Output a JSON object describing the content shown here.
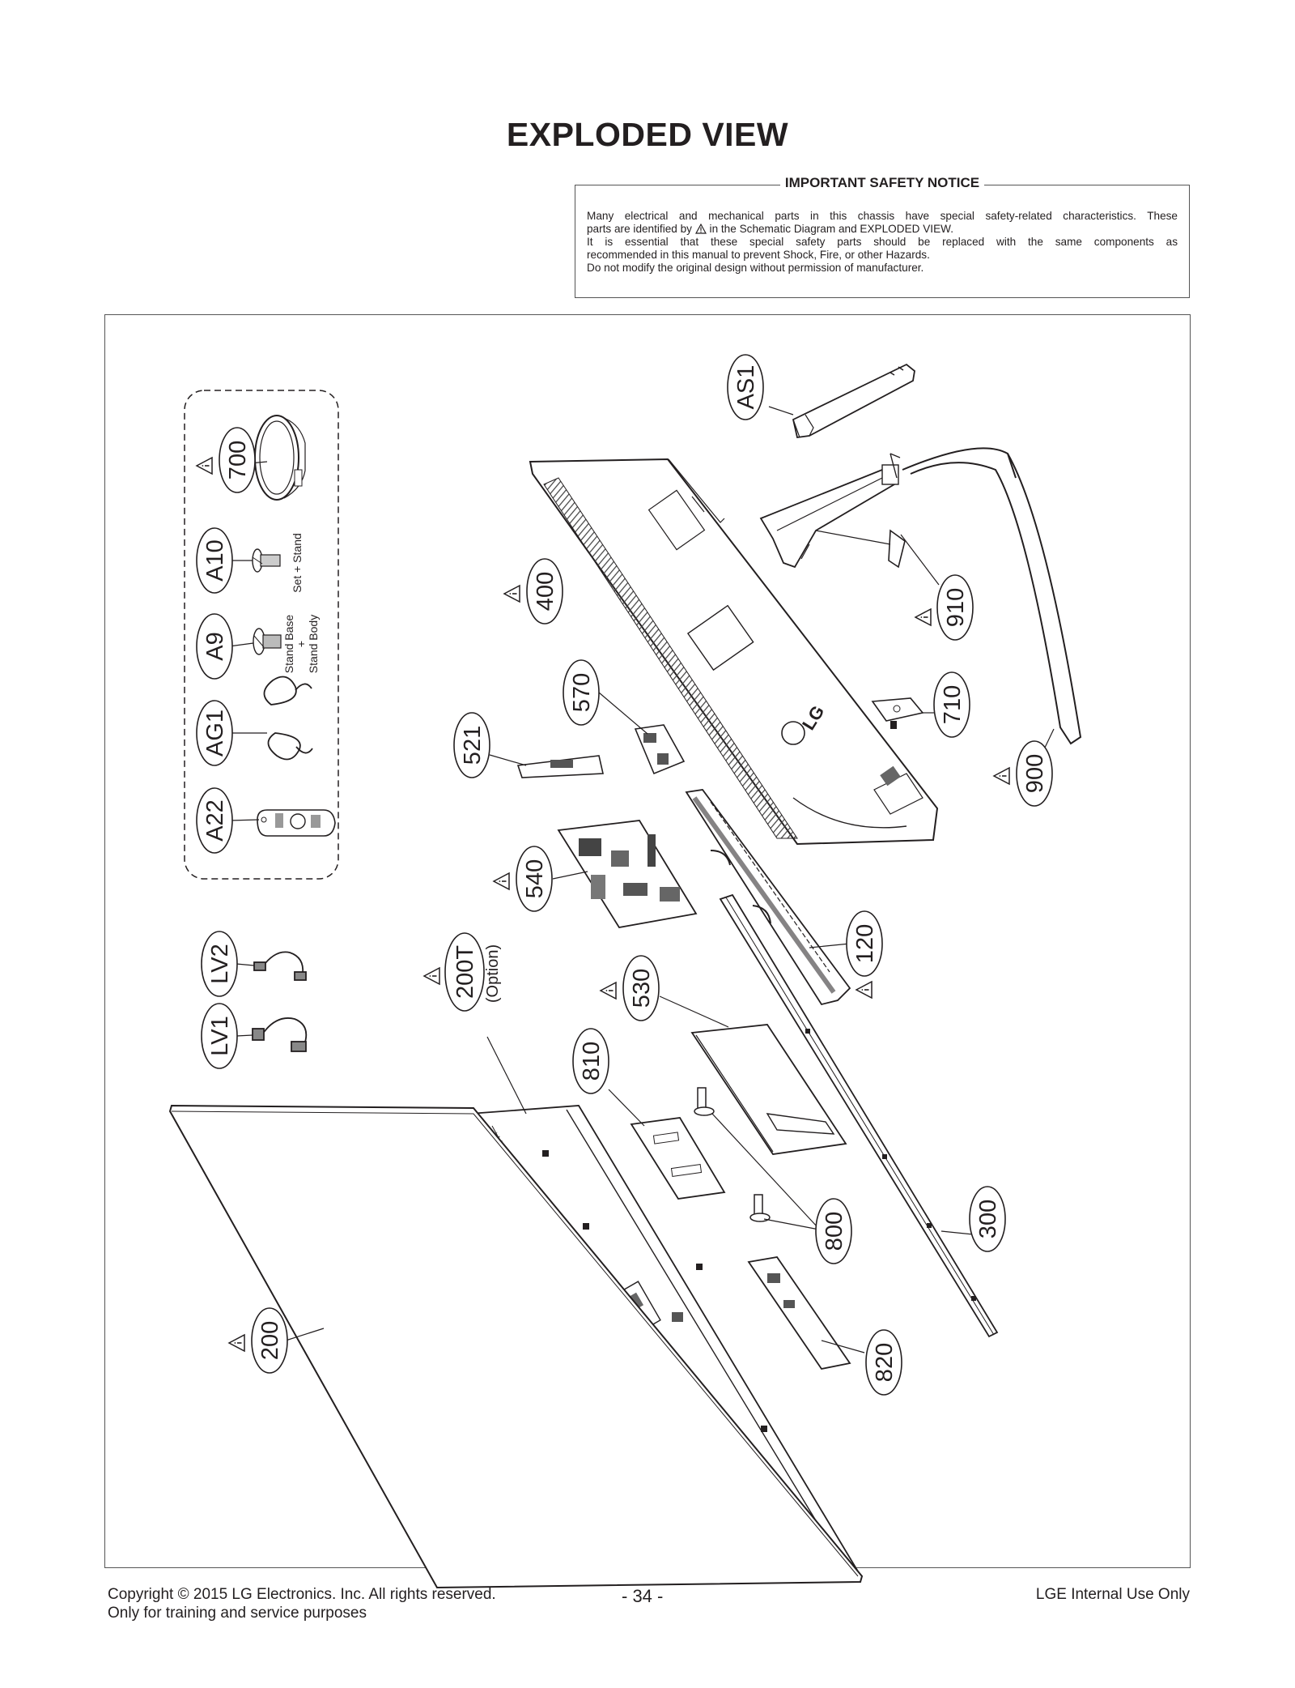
{
  "title": "EXPLODED VIEW",
  "notice": {
    "heading": "IMPORTANT SAFETY NOTICE",
    "line1": "Many electrical and mechanical parts in this chassis have special safety-related characteristics. These",
    "line2_a": "parts are identified by",
    "line2_b": "in the Schematic Diagram and EXPLODED VIEW.",
    "line3": "It is essential that these special safety parts should be replaced with the same components as",
    "line4": "recommended in this manual to prevent Shock, Fire, or other Hazards.",
    "line5": "Do not modify the original design without permission of manufacturer."
  },
  "parts": {
    "p700": "700",
    "pA10": "A10",
    "pA9": "A9",
    "pAG1": "AG1",
    "pA22": "A22",
    "stand_base": "Stand Base",
    "plus": "+",
    "stand_body": "Stand Body",
    "set_stand": "Set + Stand",
    "pAS1": "AS1",
    "p400": "400",
    "p910": "910",
    "p710": "710",
    "p900": "900",
    "p570": "570",
    "p521": "521",
    "p540": "540",
    "p120": "120",
    "pLV2": "LV2",
    "pLV1": "LV1",
    "p200T": "200T",
    "option": "(Option)",
    "p530": "530",
    "p810": "810",
    "p800": "800",
    "p300": "300",
    "p820": "820",
    "p200": "200",
    "logo": "LG"
  },
  "footer": {
    "copyright": "Copyright  © 2015 LG Electronics. Inc. All rights reserved.",
    "training": "Only for training and service purposes",
    "page": "- 34 -",
    "internal": "LGE Internal Use Only"
  }
}
